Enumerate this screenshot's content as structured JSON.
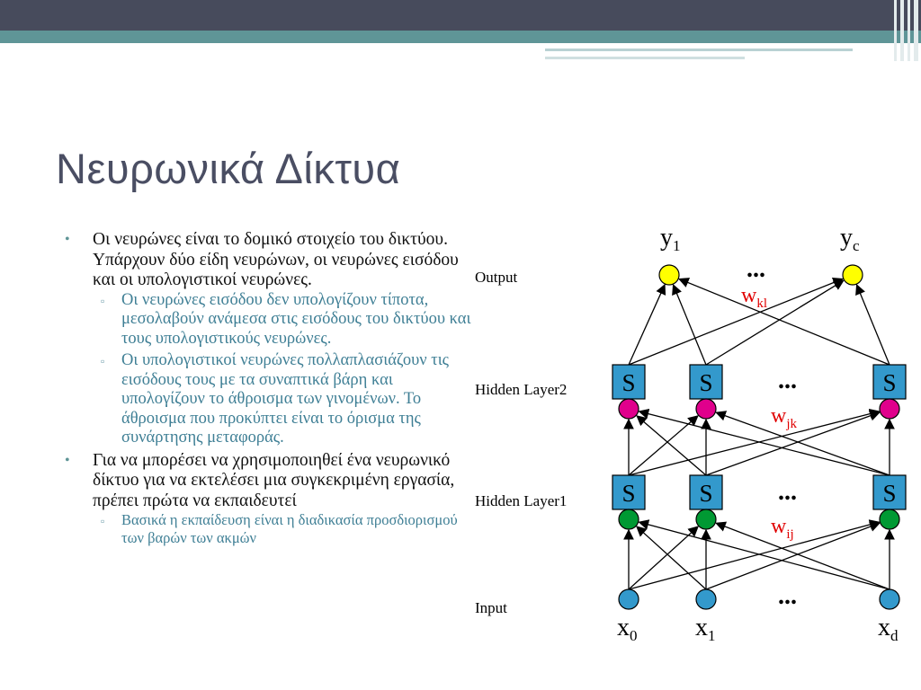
{
  "slide": {
    "title": "Νευρωνικά Δίκτυα",
    "bullets": [
      {
        "text": "Οι νευρώνες είναι το δομικό στοιχείο του δικτύου. Υπάρχουν δύο είδη νευρώνων, οι νευρώνες εισόδου και οι υπολογιστικοί νευρώνες.",
        "sub": [
          "Οι νευρώνες εισόδου δεν υπολογίζουν τίποτα, μεσολαβούν ανάμεσα στις εισόδους του δικτύου και τους υπολογιστικούς νευρώνες.",
          "Οι υπολογιστικοί νευρώνες πολλαπλασιάζουν τις εισόδους τους με τα συναπτικά βάρη και υπολογίζουν το άθροισμα των γινομένων. Το άθροισμα που προκύπτει είναι το όρισμα της συνάρτησης μεταφοράς."
        ]
      },
      {
        "text": "Για να μπορέσει να χρησιμοποιηθεί ένα νευρωνικό δίκτυο για να εκτελέσει μια συγκεκριμένη εργασία, πρέπει πρώτα να εκπαιδευτεί",
        "sub": [
          "Βασικά η εκπαίδευση είναι η διαδικασία προσδιορισμού των βαρών των ακμών"
        ]
      }
    ]
  },
  "diagram": {
    "layer_labels": {
      "output": "Output",
      "hidden2": "Hidden Layer2",
      "hidden1": "Hidden Layer1",
      "input": "Input"
    },
    "sum_symbol": "S",
    "ellipsis": "...",
    "weights": {
      "wkl": {
        "base": "w",
        "sub": "kl"
      },
      "wjk": {
        "base": "w",
        "sub": "jk"
      },
      "wij": {
        "base": "w",
        "sub": "ij"
      }
    },
    "outputs": [
      {
        "base": "y",
        "sub": "1"
      },
      {
        "base": "y",
        "sub": "c"
      }
    ],
    "inputs": [
      {
        "base": "x",
        "sub": "0"
      },
      {
        "base": "x",
        "sub": "1"
      },
      {
        "base": "x",
        "sub": "d"
      }
    ],
    "colors": {
      "output_node": "#ffff00",
      "hidden2_node": "#e0008c",
      "hidden1_node": "#009933",
      "input_node": "#3399cc",
      "s_box": "#3399cc",
      "weight_label": "#e00000"
    }
  }
}
